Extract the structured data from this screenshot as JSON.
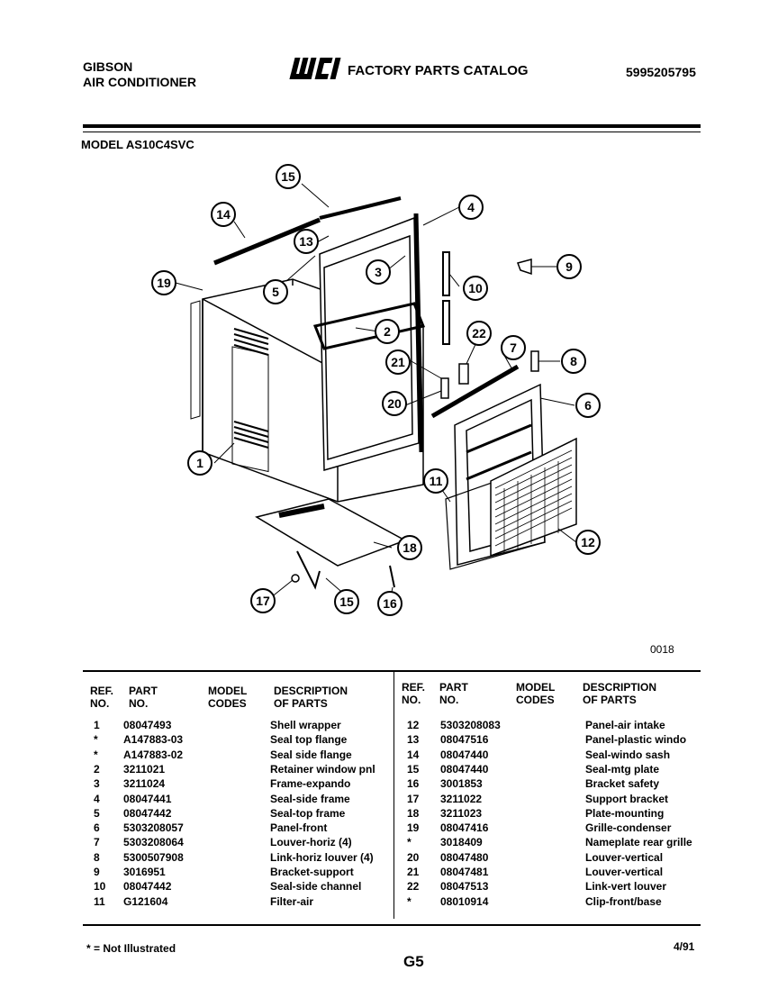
{
  "header": {
    "brand": "GIBSON",
    "product": "AIR CONDITIONER",
    "catalog_title": "FACTORY PARTS CATALOG",
    "catalog_number": "5995205795",
    "logo_text": "WCI"
  },
  "model_label": "MODEL AS10C4SVC",
  "diagram_code": "0018",
  "callouts": [
    "15",
    "14",
    "13",
    "19",
    "5",
    "3",
    "4",
    "10",
    "9",
    "2",
    "22",
    "21",
    "7",
    "8",
    "20",
    "6",
    "1",
    "11",
    "12",
    "18",
    "17",
    "15",
    "16"
  ],
  "table": {
    "headers": {
      "ref": "REF.",
      "ref2": "NO.",
      "part": "PART",
      "part2": "NO.",
      "model": "MODEL",
      "model2": "CODES",
      "desc": "DESCRIPTION",
      "desc2": "OF PARTS"
    },
    "left_rows": [
      {
        "ref": "1",
        "part": "08047493",
        "desc": "Shell wrapper"
      },
      {
        "ref": "*",
        "part": "A147883-03",
        "desc": "Seal top flange"
      },
      {
        "ref": "*",
        "part": "A147883-02",
        "desc": "Seal side flange"
      },
      {
        "ref": "2",
        "part": "3211021",
        "desc": "Retainer window pnl"
      },
      {
        "ref": "3",
        "part": "3211024",
        "desc": "Frame-expando"
      },
      {
        "ref": "4",
        "part": "08047441",
        "desc": "Seal-side frame"
      },
      {
        "ref": "5",
        "part": "08047442",
        "desc": "Seal-top frame"
      },
      {
        "ref": "6",
        "part": "5303208057",
        "desc": "Panel-front"
      },
      {
        "ref": "7",
        "part": "5303208064",
        "desc": "Louver-horiz (4)"
      },
      {
        "ref": "8",
        "part": "5300507908",
        "desc": "Link-horiz louver (4)"
      },
      {
        "ref": "9",
        "part": "3016951",
        "desc": "Bracket-support"
      },
      {
        "ref": "10",
        "part": "08047442",
        "desc": "Seal-side channel"
      },
      {
        "ref": "11",
        "part": "G121604",
        "desc": "Filter-air"
      }
    ],
    "right_rows": [
      {
        "ref": "12",
        "part": "5303208083",
        "desc": "Panel-air intake"
      },
      {
        "ref": "13",
        "part": "08047516",
        "desc": "Panel-plastic windo"
      },
      {
        "ref": "14",
        "part": "08047440",
        "desc": "Seal-windo sash"
      },
      {
        "ref": "15",
        "part": "08047440",
        "desc": "Seal-mtg plate"
      },
      {
        "ref": "16",
        "part": "3001853",
        "desc": "Bracket safety"
      },
      {
        "ref": "17",
        "part": "3211022",
        "desc": "Support bracket"
      },
      {
        "ref": "18",
        "part": "3211023",
        "desc": "Plate-mounting"
      },
      {
        "ref": "19",
        "part": "08047416",
        "desc": "Grille-condenser"
      },
      {
        "ref": "*",
        "part": "3018409",
        "desc": "Nameplate rear grille"
      },
      {
        "ref": "20",
        "part": "08047480",
        "desc": "Louver-vertical"
      },
      {
        "ref": "21",
        "part": "08047481",
        "desc": "Louver-vertical"
      },
      {
        "ref": "22",
        "part": "08047513",
        "desc": "Link-vert louver"
      },
      {
        "ref": "*",
        "part": "08010914",
        "desc": "Clip-front/base"
      }
    ]
  },
  "footer": {
    "footnote": "* = Not Illustrated",
    "page": "G5",
    "date": "4/91"
  }
}
